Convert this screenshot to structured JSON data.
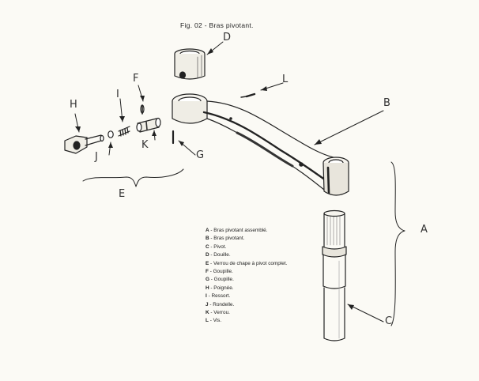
{
  "figure": {
    "title": "Fig. 02 - Bras pivotant.",
    "callouts": {
      "a": "A",
      "b": "B",
      "c": "C",
      "d": "D",
      "e": "E",
      "f": "F",
      "g": "G",
      "h": "H",
      "i": "I",
      "j": "J",
      "k": "K",
      "l": "L"
    },
    "legend": [
      {
        "key": "A",
        "text": "- Bras pivotant assemblé."
      },
      {
        "key": "B",
        "text": "- Bras pivotant."
      },
      {
        "key": "C",
        "text": "- Pivot."
      },
      {
        "key": "D",
        "text": "- Douille."
      },
      {
        "key": "E",
        "text": "- Verrou de chape à pivot complet."
      },
      {
        "key": "F",
        "text": "- Goupille."
      },
      {
        "key": "G",
        "text": "- Goupille."
      },
      {
        "key": "H",
        "text": "- Poignée."
      },
      {
        "key": "I",
        "text": "- Ressort."
      },
      {
        "key": "J",
        "text": "- Rondelle."
      },
      {
        "key": "K",
        "text": "- Verrou."
      },
      {
        "key": "L",
        "text": "- Vis."
      }
    ]
  },
  "colors": {
    "paper": "#fbfaf5",
    "ink": "#222222"
  }
}
